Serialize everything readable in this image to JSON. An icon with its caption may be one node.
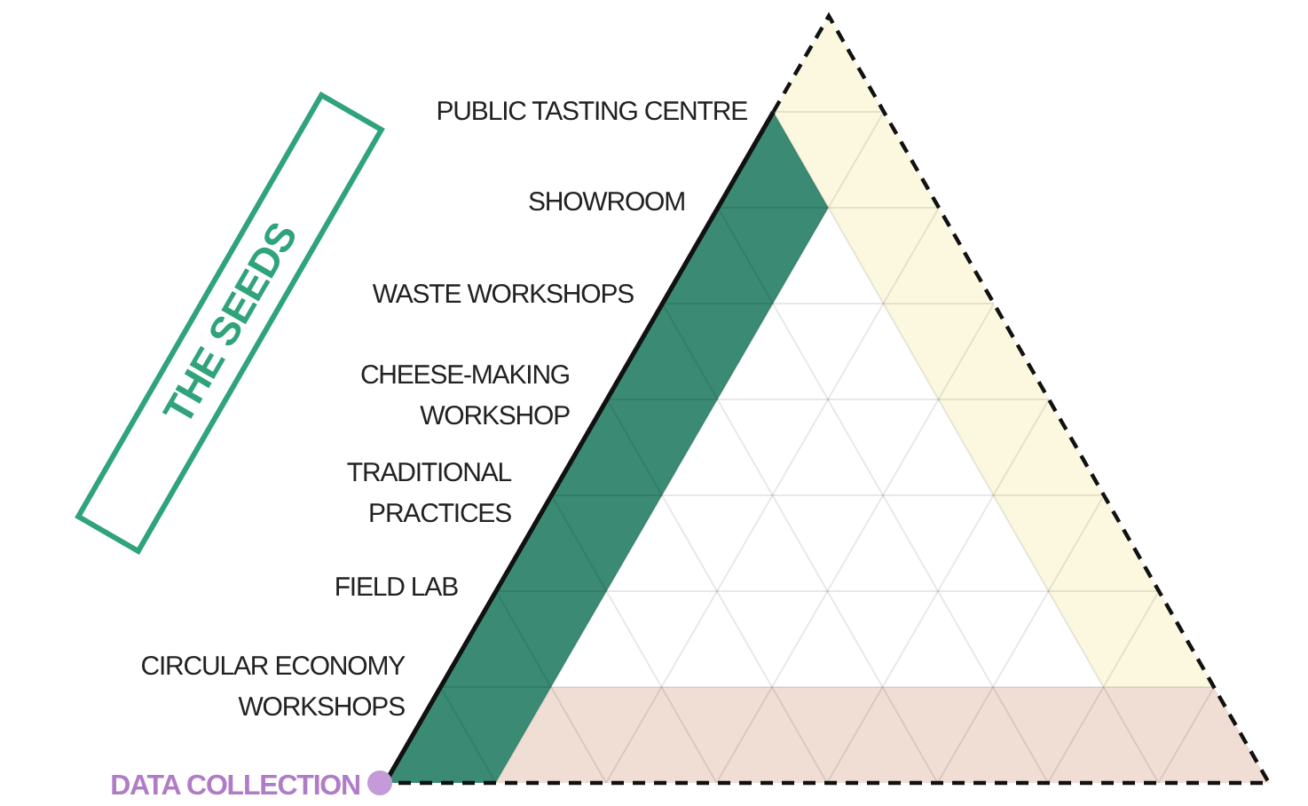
{
  "diagram": {
    "nodes": [
      {
        "text": [
          "THE SEEDS"
        ]
      }
    ],
    "labels": [
      "PUBLIC TASTING CENTRE",
      "SHOWROOM",
      "WASTE WORKSHOPS",
      "CHEESE-MAKING WORKSHOP",
      "TRADITIONAL PRACTICES",
      "FIELD LAB",
      "CIRCULAR ECONOMY WORKSHOPS",
      "DATA COLLECTION"
    ]
  }
}
